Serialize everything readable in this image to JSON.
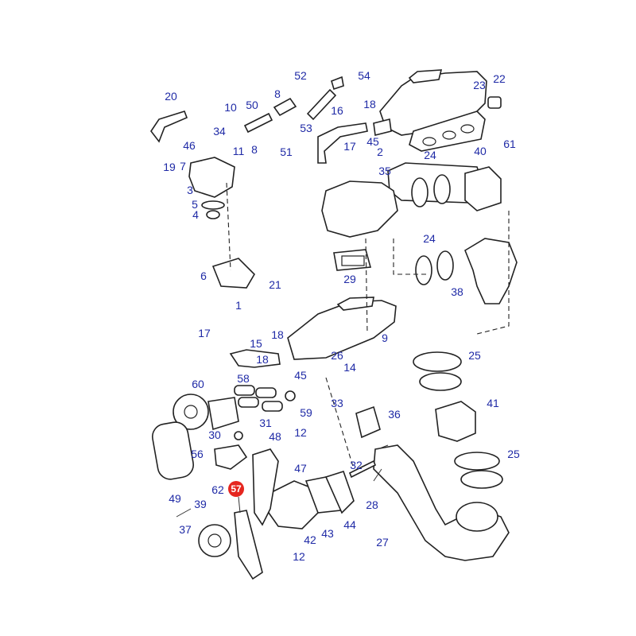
{
  "diagram": {
    "highlight_color": "#e5261f",
    "label_color": "#1f2aa6",
    "highlighted_part": "57",
    "labels": [
      "52",
      "54",
      "22",
      "20",
      "10",
      "50",
      "8",
      "23",
      "18",
      "16",
      "34",
      "53",
      "61",
      "46",
      "11",
      "8",
      "17",
      "45",
      "19",
      "7",
      "2",
      "51",
      "24",
      "40",
      "3",
      "35",
      "5",
      "4",
      "24",
      "6",
      "21",
      "29",
      "38",
      "1",
      "17",
      "18",
      "9",
      "15",
      "26",
      "14",
      "45",
      "25",
      "60",
      "18",
      "58",
      "33",
      "36",
      "41",
      "59",
      "30",
      "31",
      "48",
      "12",
      "56",
      "47",
      "32",
      "25",
      "62",
      "49",
      "57",
      "39",
      "42",
      "43",
      "44",
      "28",
      "37",
      "12",
      "27"
    ]
  }
}
